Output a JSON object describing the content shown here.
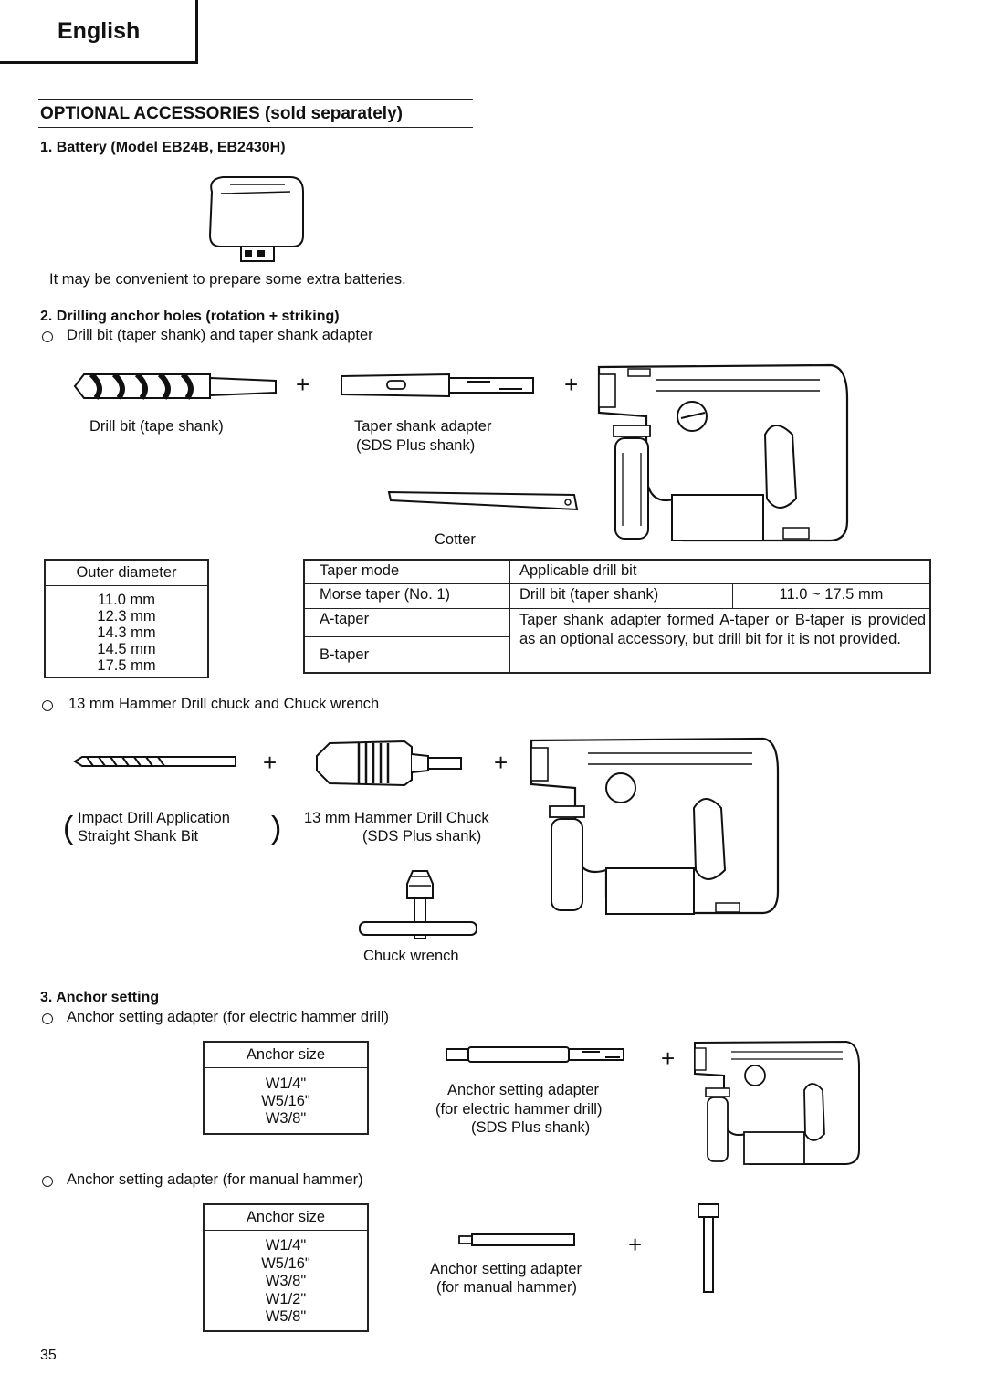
{
  "header": {
    "language": "English"
  },
  "section_title": "OPTIONAL ACCESSORIES (sold separately)",
  "item1": {
    "heading": "1. Battery (Model EB24B, EB2430H)",
    "note": "It may be convenient to prepare some extra batteries."
  },
  "item2": {
    "heading": "2. Drilling anchor holes (rotation + striking)",
    "option1": "Drill bit (taper shank) and taper shank adapter",
    "cap_drill_bit": "Drill bit (tape shank)",
    "cap_adapter_1": "Taper shank adapter",
    "cap_adapter_2": "(SDS Plus shank)",
    "cap_cotter": "Cotter",
    "outer_table": {
      "header": "Outer diameter",
      "values": [
        "11.0 mm",
        "12.3 mm",
        "14.3 mm",
        "14.5 mm",
        "17.5 mm"
      ]
    },
    "taper_table": {
      "col1": "Taper mode",
      "col2": "Applicable drill bit",
      "r1c1": "Morse taper (No. 1)",
      "r1c2": "Drill bit (taper shank)",
      "r1c3": "11.0 ~ 17.5 mm",
      "r2c1": "A-taper",
      "r3c1": "B-taper",
      "r23c2": "Taper shank adapter formed A-taper or B-taper is provided as an optional accessory, but drill bit for it is not provided."
    },
    "option2": "13 mm Hammer Drill chuck and Chuck wrench",
    "cap_impact_1": "Impact Drill Application",
    "cap_impact_2": "Straight Shank Bit",
    "cap_chuck_1": "13 mm Hammer Drill Chuck",
    "cap_chuck_2": "(SDS Plus shank)",
    "cap_wrench": "Chuck wrench"
  },
  "item3": {
    "heading": "3. Anchor setting",
    "option1": "Anchor setting adapter (for electric hammer drill)",
    "table1": {
      "header": "Anchor size",
      "values": [
        "W1/4\"",
        "W5/16\"",
        "W3/8\""
      ]
    },
    "cap1_1": "Anchor setting adapter",
    "cap1_2": "(for electric hammer drill)",
    "cap1_3": "(SDS Plus shank)",
    "option2": "Anchor setting adapter (for manual hammer)",
    "table2": {
      "header": "Anchor size",
      "values": [
        "W1/4\"",
        "W5/16\"",
        "W3/8\"",
        "W1/2\"",
        "W5/8\""
      ]
    },
    "cap2_1": "Anchor setting adapter",
    "cap2_2": "(for manual hammer)"
  },
  "page_number": "35",
  "plus_sign": "+"
}
